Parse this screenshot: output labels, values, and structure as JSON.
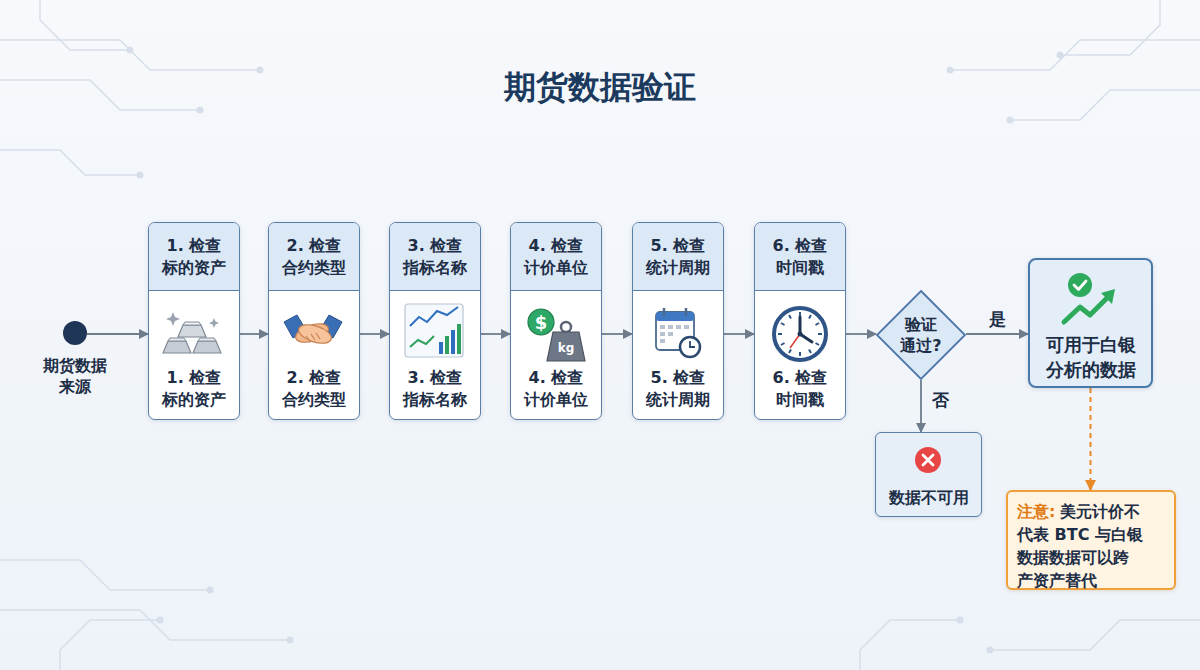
{
  "diagram": {
    "title": "期货数据验证",
    "nodes": [
      {
        "text": [
          "期货数据 来源"
        ]
      },
      {
        "text": [
          "1. 检查 标的资产",
          "1. 检查 标的资产"
        ]
      },
      {
        "text": [
          "2. 检查 合约类型",
          "2. 检查 合约类型"
        ]
      },
      {
        "text": [
          "3. 检查 指标名称",
          "3. 检查 指标名称"
        ]
      },
      {
        "text": [
          "4. 检查 计价单位",
          "4. 检查 计价单位"
        ]
      },
      {
        "text": [
          "5. 检查 统计周期",
          "5. 检查 统计周期"
        ]
      },
      {
        "text": [
          "6. 检查 时间戳",
          "6. 检查 时间戳"
        ]
      },
      {
        "text": [
          "验证 通过?"
        ]
      },
      {
        "text": [
          "可用于白银 分析的数据"
        ]
      },
      {
        "text": [
          "数据不可用"
        ]
      },
      {
        "text": [
          "注意:",
          "美元计价不 代表 BTC 与白银 数据数据可以跨 产资产替代"
        ]
      }
    ],
    "edges": [
      {
        "from": 0,
        "to": 1,
        "arrow": "to"
      },
      {
        "from": 1,
        "to": 2,
        "arrow": "to"
      },
      {
        "from": 2,
        "to": 3,
        "arrow": "to"
      },
      {
        "from": 3,
        "to": 4,
        "arrow": "to"
      },
      {
        "from": 4,
        "to": 5,
        "arrow": "to"
      },
      {
        "from": 5,
        "to": 6,
        "arrow": "to"
      },
      {
        "from": 6,
        "to": 7,
        "arrow": "to"
      },
      {
        "from": 7,
        "to": 8,
        "label": "是",
        "arrow": "to"
      },
      {
        "from": 7,
        "to": 9,
        "label": "否",
        "arrow": "to"
      },
      {
        "from": 8,
        "to": 10,
        "arrow": "to"
      }
    ],
    "labels": [
      "$",
      "kg"
    ]
  }
}
